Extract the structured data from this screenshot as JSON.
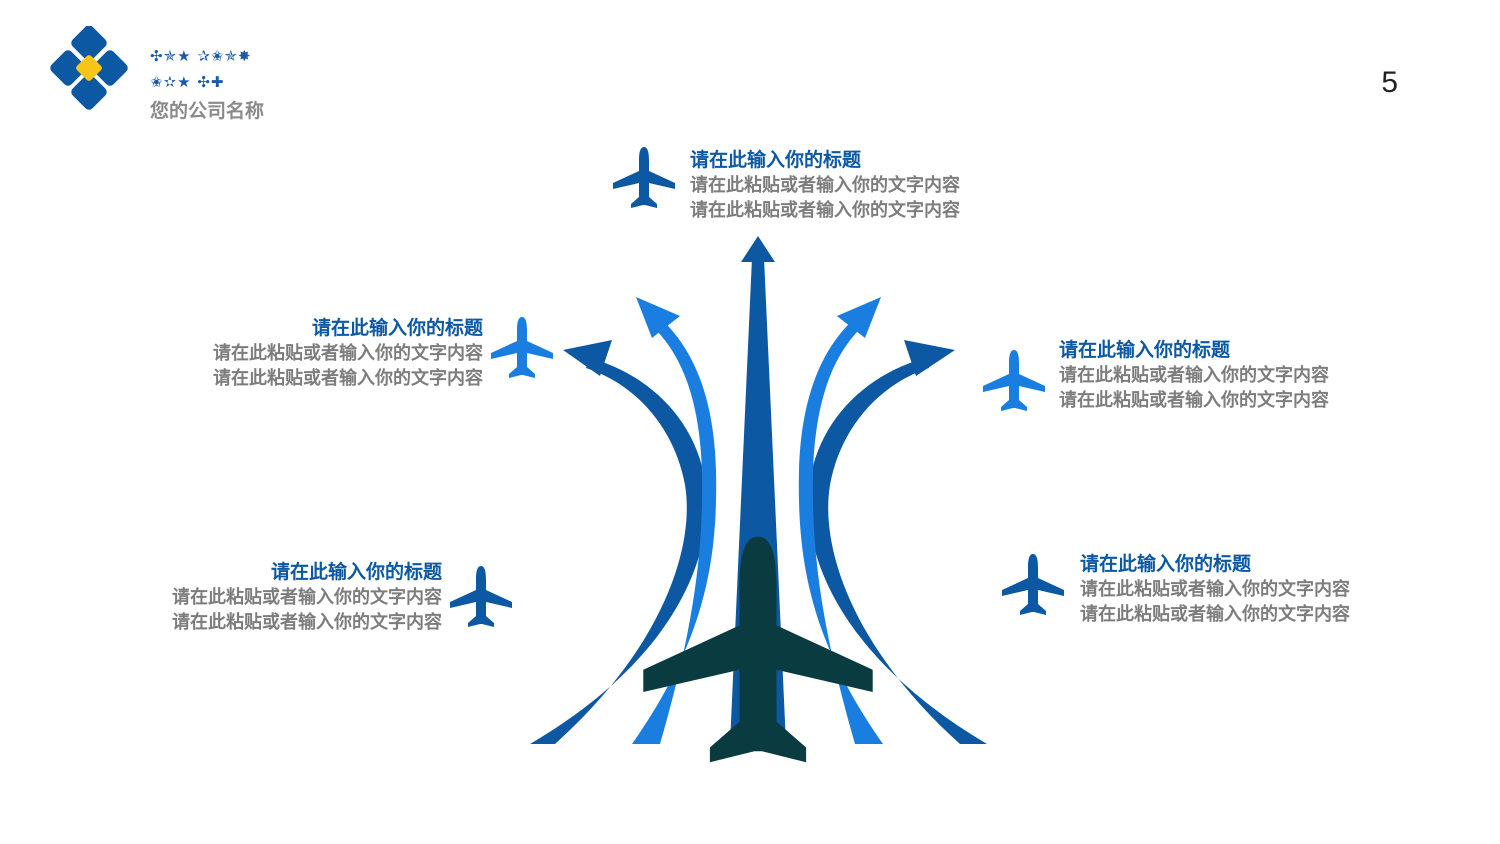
{
  "header": {
    "logo_symbols_line1": "✣✯★ ✰✬✯✸",
    "logo_symbols_line2": "✬✫★ ✣✚",
    "company_name": "您的公司名称",
    "page_number": "5"
  },
  "colors": {
    "dark_blue": "#0c58a2",
    "light_blue": "#1a7ee0",
    "plane_dark": "#093b40",
    "logo_yellow": "#f5c518",
    "text_gray": "#7d7d7d"
  },
  "blocks": [
    {
      "id": "top",
      "title": "请在此输入你的标题",
      "lines": [
        "请在此粘贴或者输入你的文字内容",
        "请在此粘贴或者输入你的文字内容"
      ],
      "icon": "airplane-icon"
    },
    {
      "id": "upper-left",
      "title": "请在此输入你的标题",
      "lines": [
        "请在此粘贴或者输入你的文字内容",
        "请在此粘贴或者输入你的文字内容"
      ],
      "icon": "airplane-icon"
    },
    {
      "id": "upper-right",
      "title": "请在此输入你的标题",
      "lines": [
        "请在此粘贴或者输入你的文字内容",
        "请在此粘贴或者输入你的文字内容"
      ],
      "icon": "airplane-icon"
    },
    {
      "id": "lower-left",
      "title": "请在此输入你的标题",
      "lines": [
        "请在此粘贴或者输入你的文字内容",
        "请在此粘贴或者输入你的文字内容"
      ],
      "icon": "airplane-icon"
    },
    {
      "id": "lower-right",
      "title": "请在此输入你的标题",
      "lines": [
        "请在此粘贴或者输入你的文字内容",
        "请在此粘贴或者输入你的文字内容"
      ],
      "icon": "airplane-icon"
    }
  ]
}
